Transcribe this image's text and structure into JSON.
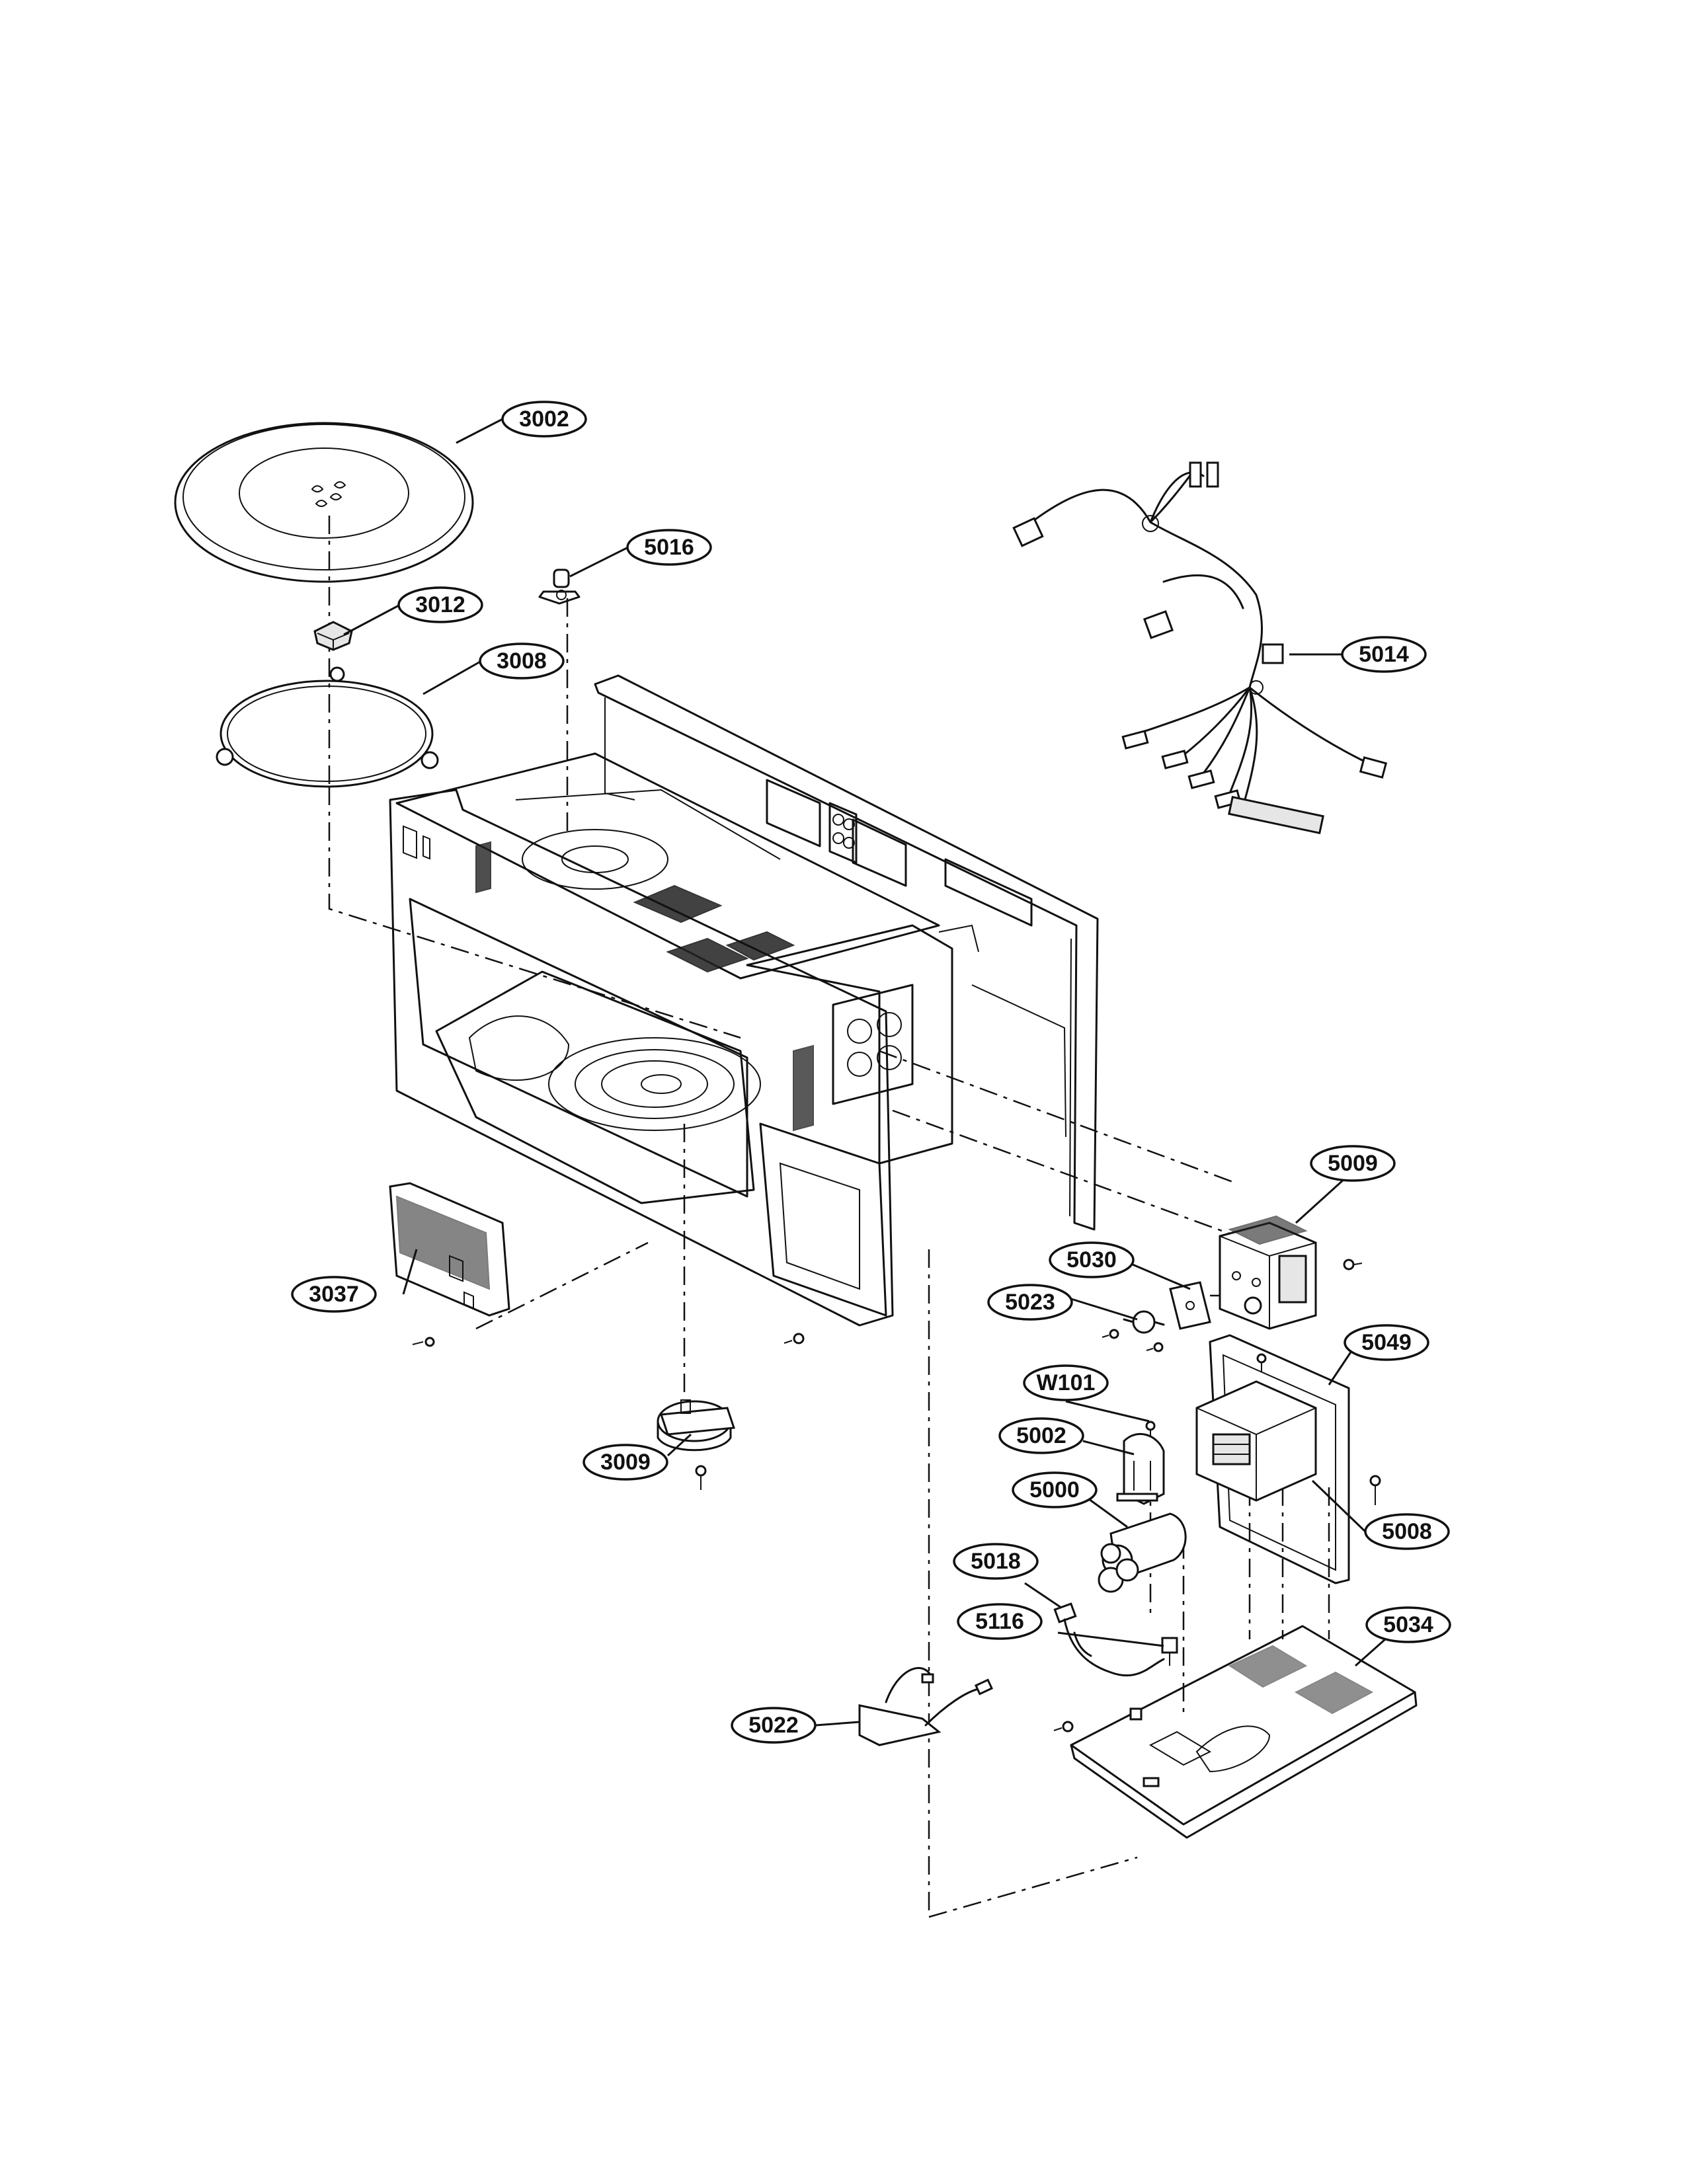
{
  "callouts": {
    "p3002": "3002",
    "p5016": "5016",
    "p3012": "3012",
    "p3008": "3008",
    "p5014": "5014",
    "p5009": "5009",
    "p5030": "5030",
    "p5023": "5023",
    "p3037": "3037",
    "p5049": "5049",
    "pW101": "W101",
    "p5002": "5002",
    "p5000": "5000",
    "p3009": "3009",
    "p5008": "5008",
    "p5018": "5018",
    "p5116": "5116",
    "p5034": "5034",
    "p5022": "5022"
  }
}
